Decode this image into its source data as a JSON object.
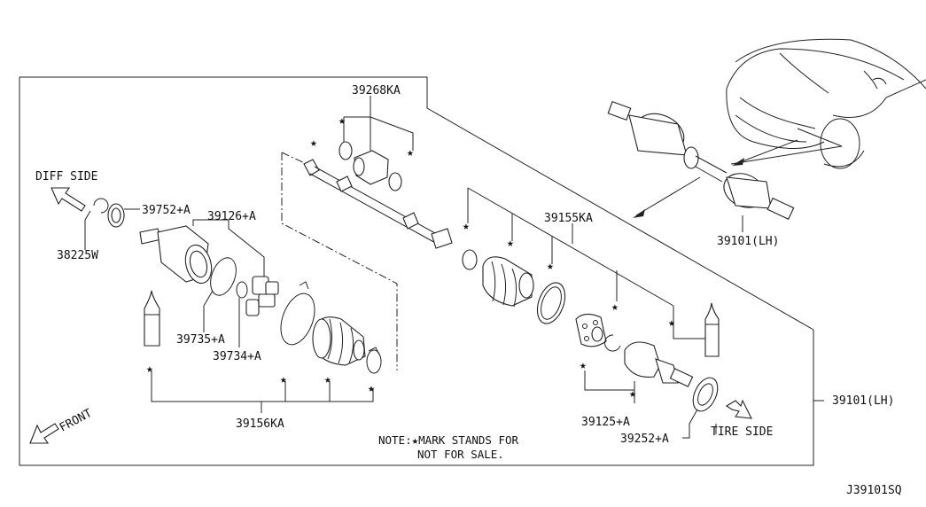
{
  "labels": {
    "diff_side": "DIFF SIDE",
    "front": "FRONT",
    "tire_side": "TIRE SIDE",
    "p38225w": "38225W",
    "p39752a": "39752+A",
    "p39126a": "39126+A",
    "p39735a": "39735+A",
    "p39734a": "39734+A",
    "p39156ka": "39156KA",
    "p39268ka": "39268KA",
    "p39155ka": "39155KA",
    "p39125a": "39125+A",
    "p39252a": "39252+A",
    "p39101lh_frame": "39101(LH)",
    "p39101lh_car": "39101(LH)",
    "note_line1": "NOTE:★MARK STANDS FOR",
    "note_line2": "NOT FOR SALE.",
    "diagram_code": "J39101SQ"
  },
  "star_symbol": "★",
  "colors": {
    "line": "#222222",
    "background": "#ffffff"
  }
}
